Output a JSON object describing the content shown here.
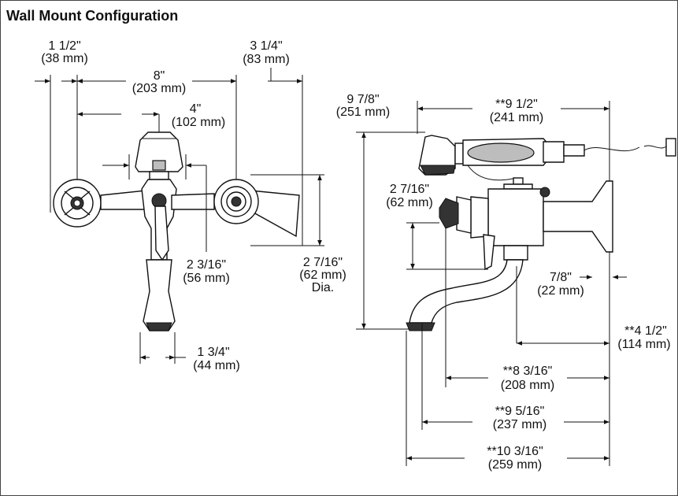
{
  "title": "Wall Mount Configuration",
  "front": {
    "d_1_5": [
      "1 1/2\"",
      "(38 mm)"
    ],
    "d_8": [
      "8\"",
      "(203 mm)"
    ],
    "d_3_25": [
      "3 1/4\"",
      "(83 mm)"
    ],
    "d_4": [
      "4\"",
      "(102 mm)"
    ],
    "d_2_3_16": [
      "2 3/16\"",
      "(56 mm)"
    ],
    "d_2_7_16_dia": [
      "2 7/16\"",
      "(62 mm)",
      "Dia."
    ],
    "d_1_75": [
      "1 3/4\"",
      "(44 mm)"
    ]
  },
  "side": {
    "d_9_7_8": [
      "9 7/8\"",
      "(251 mm)"
    ],
    "d_9_5": [
      "**9 1/2\"",
      "(241 mm)"
    ],
    "d_2_7_16": [
      "2 7/16\"",
      "(62 mm)"
    ],
    "d_7_8": [
      "7/8\"",
      "(22 mm)"
    ],
    "d_4_5": [
      "**4 1/2\"",
      "(114 mm)"
    ],
    "d_8_3_16": [
      "**8 3/16\"",
      "(208 mm)"
    ],
    "d_9_5_16": [
      "**9 5/16\"",
      "(237 mm)"
    ],
    "d_10_3_16": [
      "**10 3/16\"",
      "(259 mm)"
    ]
  }
}
